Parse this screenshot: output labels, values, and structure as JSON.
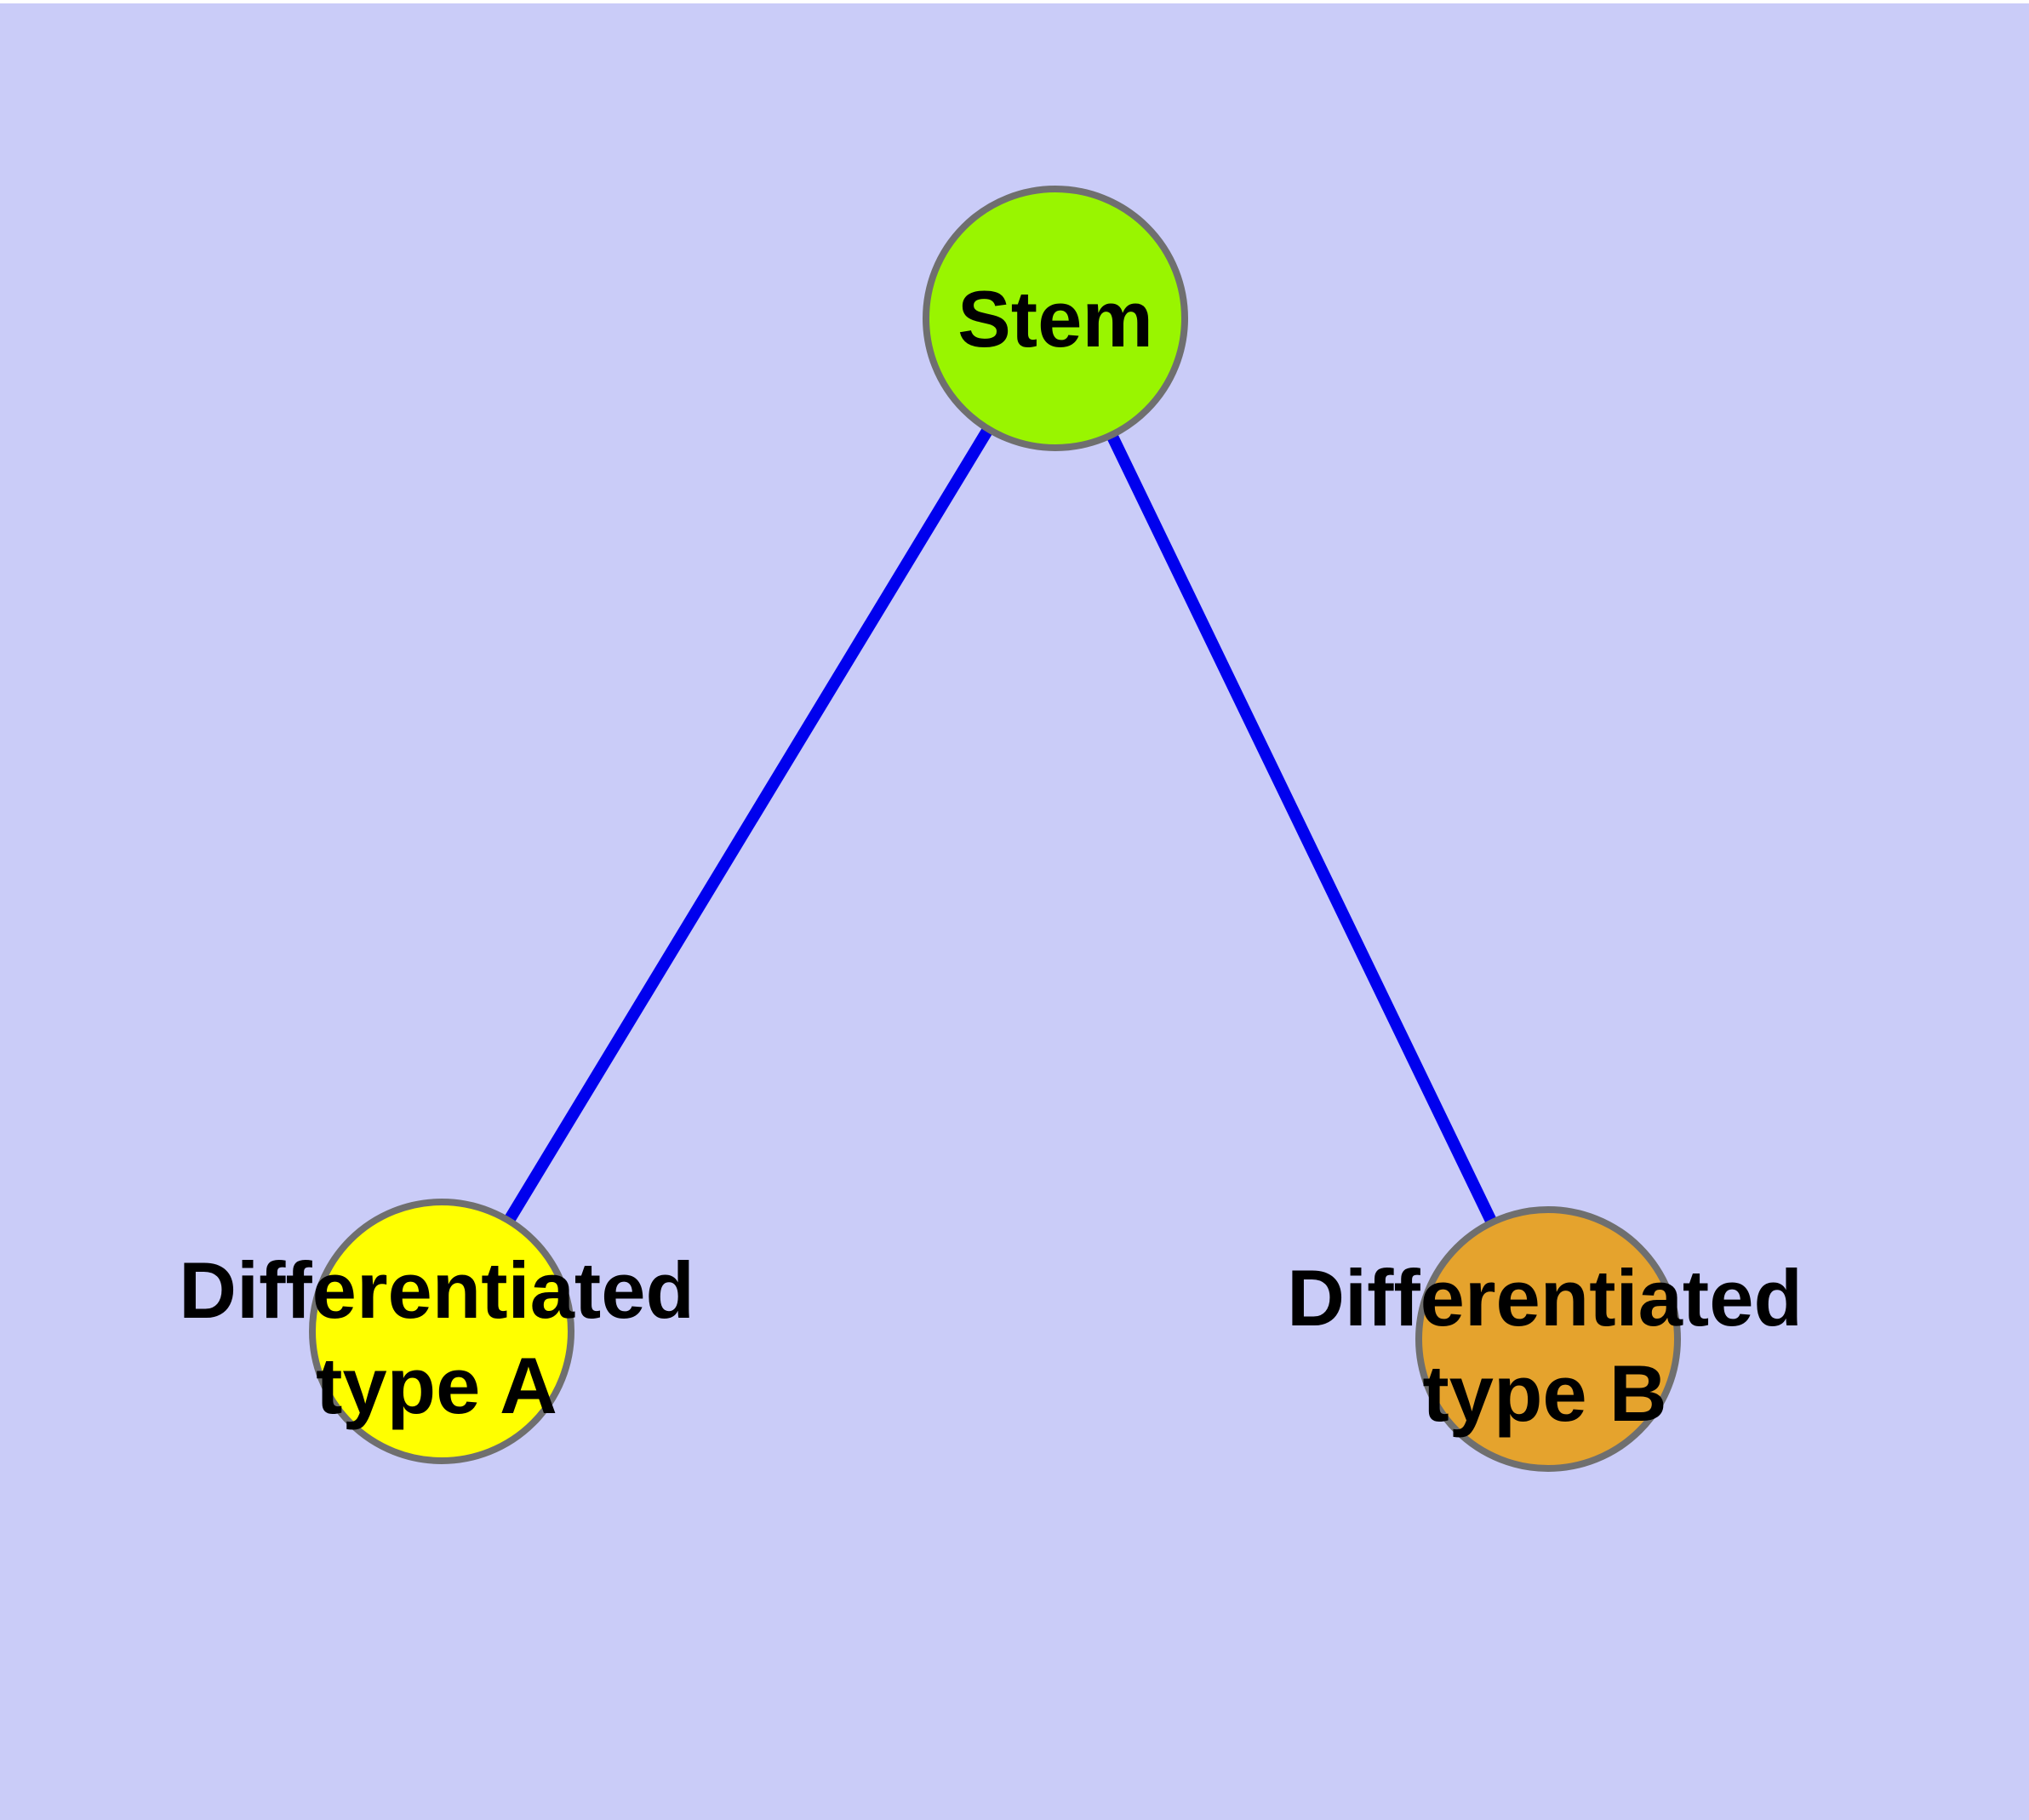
{
  "diagram": {
    "background_color": "#CACCF8",
    "top_strip_color": "#FFFFFF",
    "edge_color": "#0000EE",
    "node_border_color": "#6F6F6F",
    "label_color": "#000000",
    "nodes": [
      {
        "id": "stem",
        "label_lines": [
          "Stem"
        ],
        "fill": "#99F500"
      },
      {
        "id": "type-a",
        "label_lines": [
          "Differentiated",
          "type A"
        ],
        "fill": "#FFFF00"
      },
      {
        "id": "type-b",
        "label_lines": [
          "Differentiated",
          "type B"
        ],
        "fill": "#E5A32D"
      }
    ],
    "edges": [
      {
        "from": "stem",
        "to": "type-a"
      },
      {
        "from": "stem",
        "to": "type-b"
      }
    ]
  }
}
